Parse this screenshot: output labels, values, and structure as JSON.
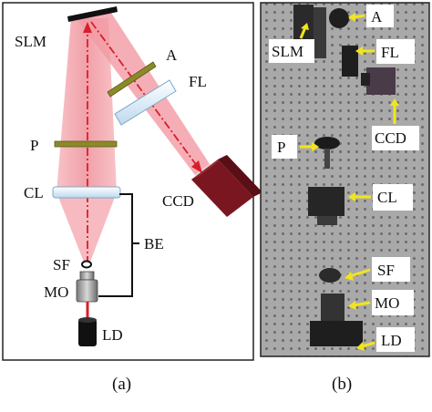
{
  "panel_a": {
    "caption": "(a)",
    "labels": {
      "slm": "SLM",
      "a": "A",
      "fl": "FL",
      "p": "P",
      "cl": "CL",
      "ccd": "CCD",
      "be": "BE",
      "sf": "SF",
      "mo": "MO",
      "ld": "LD"
    },
    "colors": {
      "beam": "#f2a2aa",
      "beam_edge": "#e35d6a",
      "axis": "#d61f2b",
      "polarizer": "#8a8a28",
      "lens": "#dff0fb",
      "camera": "#7a1620",
      "mirror": "#111111"
    }
  },
  "panel_b": {
    "caption": "(b)",
    "labels": {
      "a": "A",
      "slm": "SLM",
      "fl": "FL",
      "ccd": "CCD",
      "p": "P",
      "cl": "CL",
      "sf": "SF",
      "mo": "MO",
      "ld": "LD"
    },
    "colors": {
      "arrow": "#f2e51c",
      "table": "#a8a8a8"
    }
  }
}
